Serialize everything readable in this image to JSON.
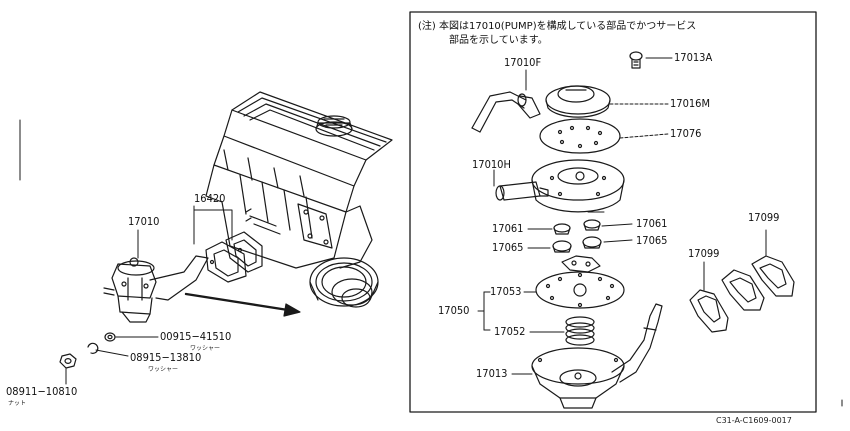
{
  "note": {
    "line1": "(注) 本図は17010(PUMP)を構成している部品でかつサービス",
    "line2": "部品を示しています。"
  },
  "labels": {
    "p17010": "17010",
    "p16420": "16420",
    "p00915_41510": "00915−41510",
    "p00915_41510_sub": "ワッシャー",
    "p08915_13810": "08915−13810",
    "p08915_13810_sub": "ワッシャー",
    "p08911_10810": "08911−10810",
    "p08911_10810_sub": "ナット",
    "p17013A": "17013A",
    "p17010F": "17010F",
    "p17016M": "17016M",
    "p17076": "17076",
    "p17010H": "17010H",
    "p17061_left": "17061",
    "p17061_right": "17061",
    "p17065_left": "17065",
    "p17065_right": "17065",
    "p17053": "17053",
    "p17050": "17050",
    "p17052": "17052",
    "p17013": "17013",
    "p17099_top": "17099",
    "p17099_mid": "17099"
  },
  "figure_code": "C31-A-C1609-0017"
}
